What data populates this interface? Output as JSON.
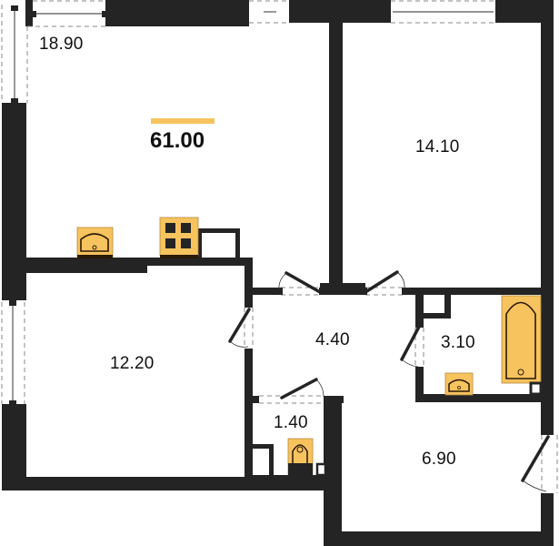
{
  "plan": {
    "total_area": "61.00",
    "accent_color": "#f7c35f",
    "wall_color": "#242424",
    "fixture_fill": "#f7c35f",
    "rooms": [
      {
        "id": "kitchen-living",
        "area": "18.90"
      },
      {
        "id": "bedroom",
        "area": "14.10"
      },
      {
        "id": "room",
        "area": "12.20"
      },
      {
        "id": "hallway",
        "area": "4.40"
      },
      {
        "id": "bathroom",
        "area": "3.10"
      },
      {
        "id": "toilet",
        "area": "1.40"
      },
      {
        "id": "entrance-hall",
        "area": "6.90"
      }
    ]
  }
}
